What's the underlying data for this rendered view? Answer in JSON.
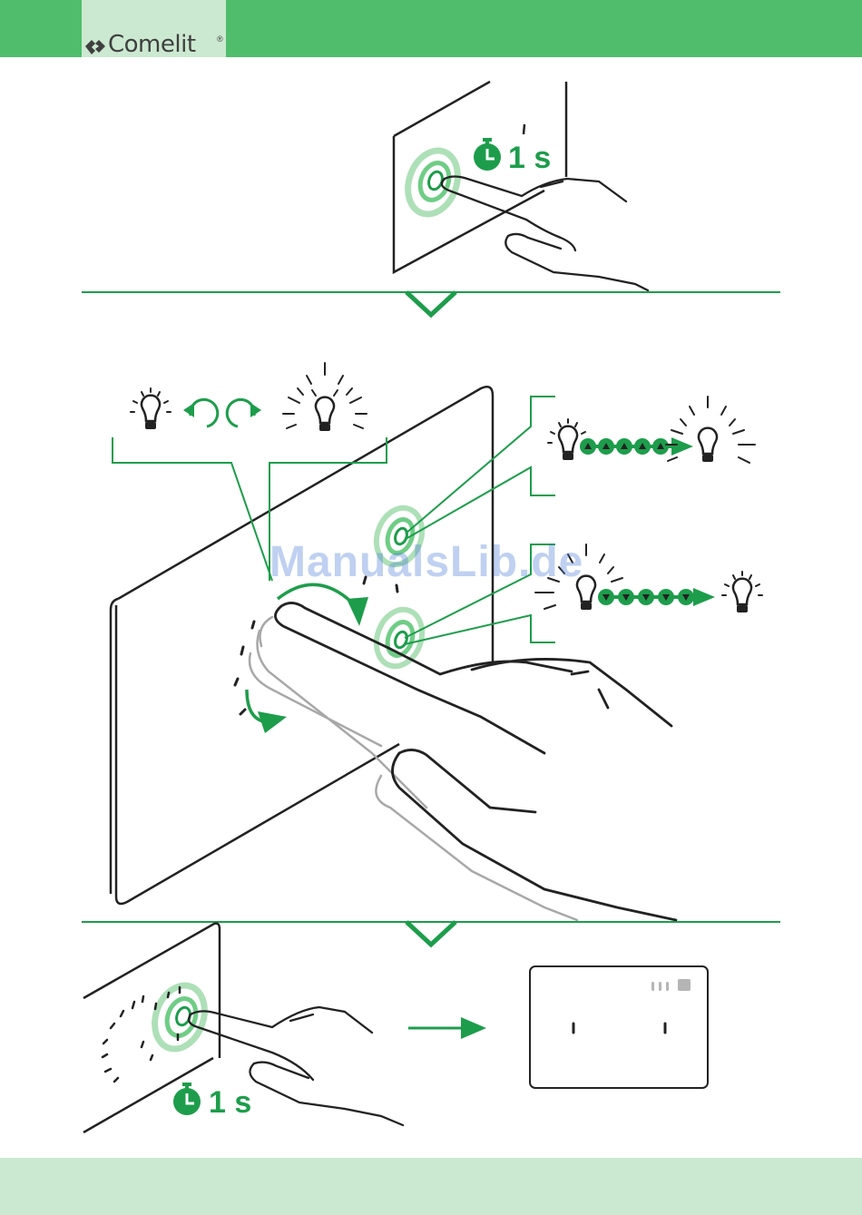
{
  "brand": {
    "name": "Comelit",
    "registered": "®"
  },
  "steps": {
    "press_1": {
      "duration": "1 s"
    },
    "press_2": {
      "duration": "1 s"
    }
  },
  "watermark": "ManualsLib.de",
  "colors": {
    "accent_green": "#4fbd6c",
    "dark_green": "#1d9d4b",
    "light_green": "#cbe9d0",
    "line": "#222222"
  },
  "icons": [
    "clock-icon",
    "bulb-icon",
    "bulb-lit-icon",
    "rotate-left-icon",
    "rotate-right-icon",
    "arrow-down-icon",
    "arrow-up-icon",
    "chevron-down-icon",
    "arrow-right-icon"
  ]
}
